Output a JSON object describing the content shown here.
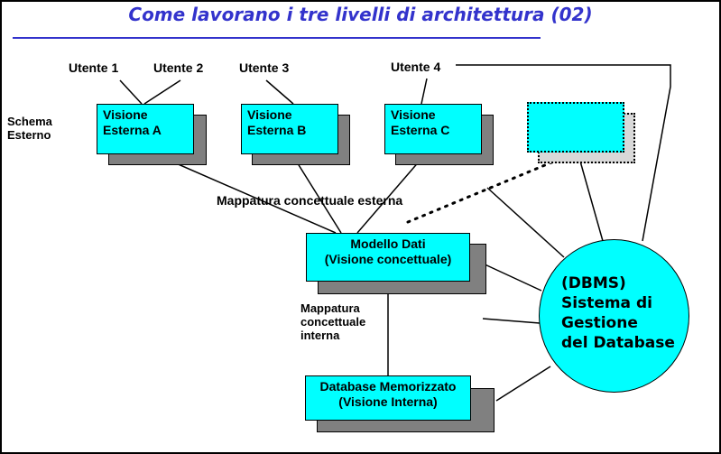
{
  "title": "Come lavorano i tre livelli di architettura (02)",
  "users": [
    "Utente 1",
    "Utente 2",
    "Utente 3",
    "Utente 4"
  ],
  "schema_esterno": [
    "Schema",
    "Esterno"
  ],
  "external_views": [
    [
      "Visione",
      "Esterna A"
    ],
    [
      "Visione",
      "Esterna B"
    ],
    [
      "Visione",
      "Esterna C"
    ]
  ],
  "external_mapping_label": "Mappatura concettuale esterna",
  "data_model": [
    "Modello Dati",
    "(Visione concettuale)"
  ],
  "internal_mapping_label": [
    "Mappatura",
    "concettuale",
    "interna"
  ],
  "stored_db": [
    "Database Memorizzato",
    "(Visione Interna)"
  ],
  "dbms": [
    "(DBMS)",
    "Sistema di",
    "Gestione",
    "del Database"
  ],
  "colors": {
    "title": "#3333cc",
    "box_fill": "#00ffff",
    "shadow": "#808080",
    "ghost_shadow": "#d8d8d8",
    "line": "#000000"
  }
}
